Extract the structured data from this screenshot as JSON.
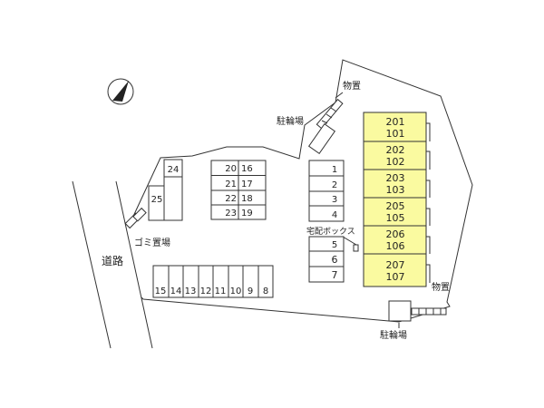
{
  "map": {
    "road_label": "道路",
    "labels": {
      "storage_top": "物置",
      "bicycle_top": "駐輪場",
      "garbage": "ゴミ置場",
      "delivery_box": "宅配ボックス",
      "storage_bottom": "物置",
      "bicycle_bottom": "駐輪場"
    },
    "units": [
      {
        "upper": "201",
        "lower": "101"
      },
      {
        "upper": "202",
        "lower": "102"
      },
      {
        "upper": "203",
        "lower": "103"
      },
      {
        "upper": "205",
        "lower": "105"
      },
      {
        "upper": "206",
        "lower": "106"
      },
      {
        "upper": "207",
        "lower": "107"
      }
    ],
    "parking": {
      "left_col": [
        "24",
        "25"
      ],
      "center_grid": [
        [
          "20",
          "16"
        ],
        [
          "21",
          "17"
        ],
        [
          "22",
          "18"
        ],
        [
          "23",
          "19"
        ]
      ],
      "right_col": [
        "1",
        "2",
        "3",
        "4"
      ],
      "right_col_lower": [
        "5",
        "6",
        "7"
      ],
      "bottom_row": [
        "15",
        "14",
        "13",
        "12",
        "11",
        "10",
        "9",
        "8"
      ]
    },
    "colors": {
      "unit_fill": "#fafaa0",
      "line": "#333333"
    },
    "compass_icon": "north-arrow-icon"
  }
}
